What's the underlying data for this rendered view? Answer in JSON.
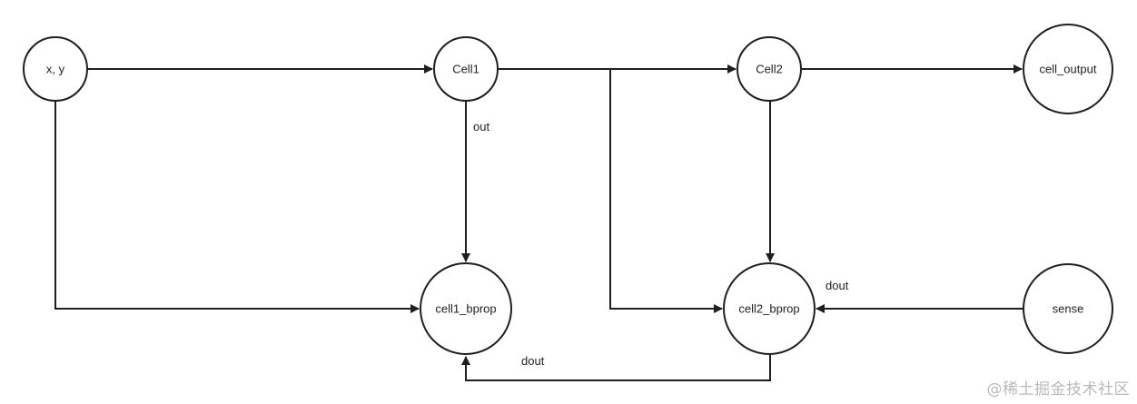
{
  "nodes": {
    "xy": "x, y",
    "cell1": "Cell1",
    "cell2": "Cell2",
    "cell_output": "cell_output",
    "cell1_bprop": "cell1_bprop",
    "cell2_bprop": "cell2_bprop",
    "sense": "sense"
  },
  "edge_labels": {
    "out": "out",
    "dout_sense": "dout",
    "dout_bottom": "dout"
  },
  "watermark": "@稀土掘金技术社区"
}
